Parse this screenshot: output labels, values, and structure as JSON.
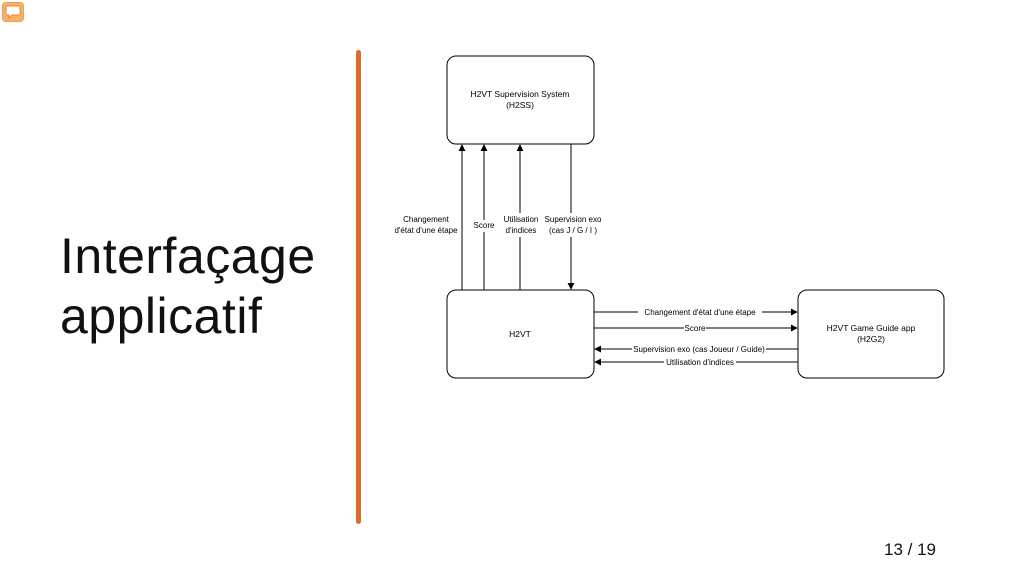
{
  "slide": {
    "title_line1": "Interfaçage",
    "title_line2": "applicatif",
    "page_number": "13 / 19",
    "accent_color": "#e06a2a",
    "app_icon": "speech-bubble-icon"
  },
  "diagram": {
    "nodes": {
      "h2ss_line1": "H2VT Supervision System",
      "h2ss_line2": "(H2SS)",
      "h2vt": "H2VT",
      "h2g2_line1": "H2VT Game Guide app",
      "h2g2_line2": "(H2G2)"
    },
    "vertical_labels": {
      "changement_line1": "Changement",
      "changement_line2": "d'état d'une étape",
      "score": "Score",
      "indices_line1": "Utilisation",
      "indices_line2": "d'indices",
      "supervision_line1": "Supervision exo",
      "supervision_line2": "(cas J / G / I )"
    },
    "horizontal_labels": {
      "changement": "Changement d'état d'une étape",
      "score": "Score",
      "supervision": "Supervision exo (cas Joueur / Guide)",
      "indices": "Utilisation d'indices"
    }
  }
}
